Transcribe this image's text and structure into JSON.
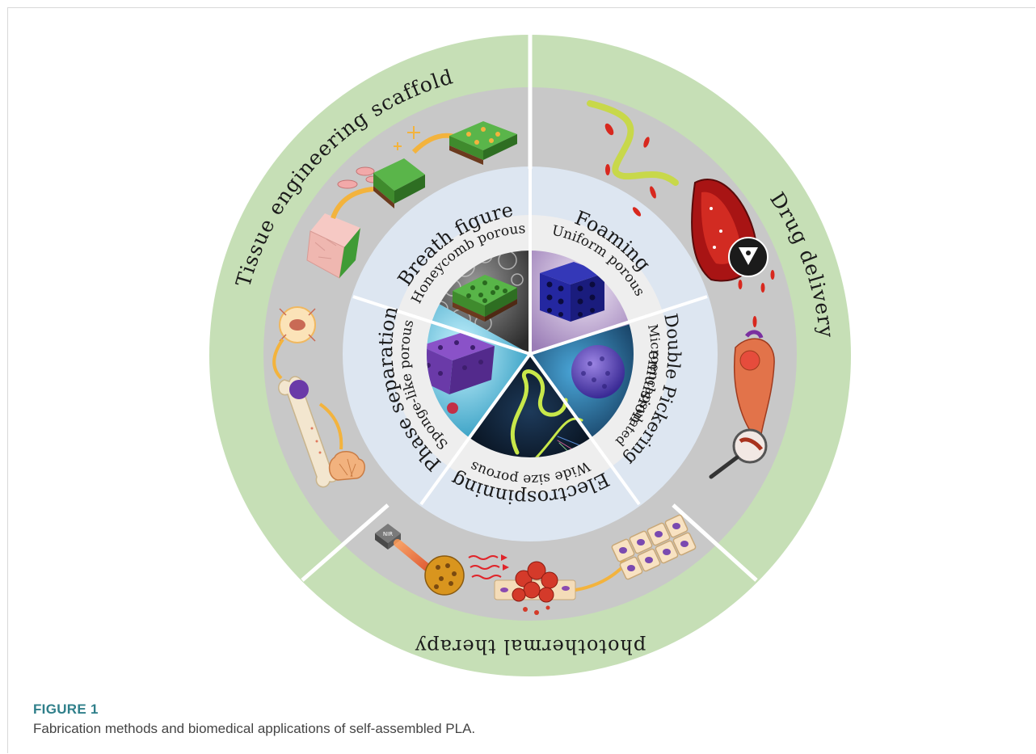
{
  "figure": {
    "applications": [
      {
        "key": "tissue",
        "label": "Tissue engineering scaffold"
      },
      {
        "key": "drug",
        "label": "Drug delivery"
      },
      {
        "key": "photo",
        "label": "photothermal therapy"
      }
    ],
    "methods": [
      {
        "key": "breath",
        "label": "Breath figure",
        "structure": "Honeycomb porous"
      },
      {
        "key": "foaming",
        "label": "Foaming",
        "structure": "Uniform porous"
      },
      {
        "key": "pickering",
        "label": "Double Pickering",
        "label2": "emulsion",
        "structure": "Microencapsulated"
      },
      {
        "key": "electro",
        "label": "Electrospinning",
        "structure": "Wide size porous"
      },
      {
        "key": "phase",
        "label": "Phase separation",
        "structure": "Sponge-like porous"
      }
    ],
    "nir_label": "NIR",
    "colors": {
      "outer_ring": "#c6dfb6",
      "middle_ring": "#c8c8c8",
      "method_ring": "#dde6f1",
      "structure_ring": "#eeeeee",
      "honeycomb_green": "#3f9b35",
      "tissue_pink": "#efb7b0",
      "drug_red": "#b51a1a",
      "particle_purple": "#6a3aa8",
      "arrow_orange": "#f3b33d"
    }
  },
  "caption": {
    "label": "FIGURE 1",
    "text": "Fabrication methods and biomedical applications of self-assembled PLA."
  }
}
